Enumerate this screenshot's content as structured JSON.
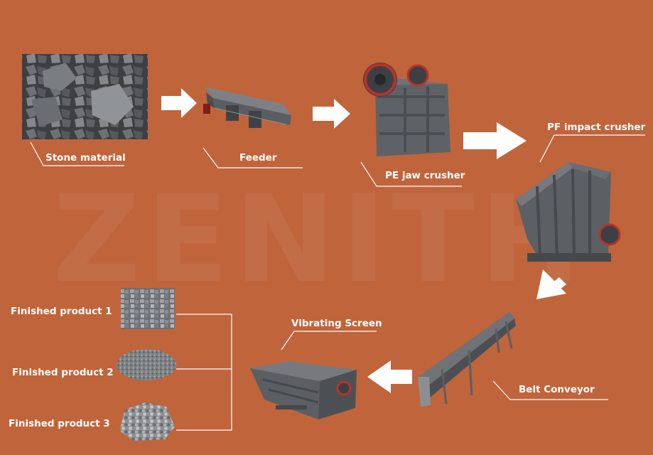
{
  "watermark": "ZENITH",
  "steps": {
    "stone_material": "Stone material",
    "feeder": "Feeder",
    "jaw_crusher": "PE jaw crusher",
    "impact_crusher": "PF impact crusher",
    "belt_conveyor": "Belt Conveyor",
    "vibrating_screen": "Vibrating Screen"
  },
  "products": [
    "Finished product 1",
    "Finished product 2",
    "Finished product 3"
  ],
  "colors": {
    "background": "#c0643b",
    "machine": "#565a5e",
    "accent_red": "#b8322a",
    "text": "#ffffff"
  }
}
